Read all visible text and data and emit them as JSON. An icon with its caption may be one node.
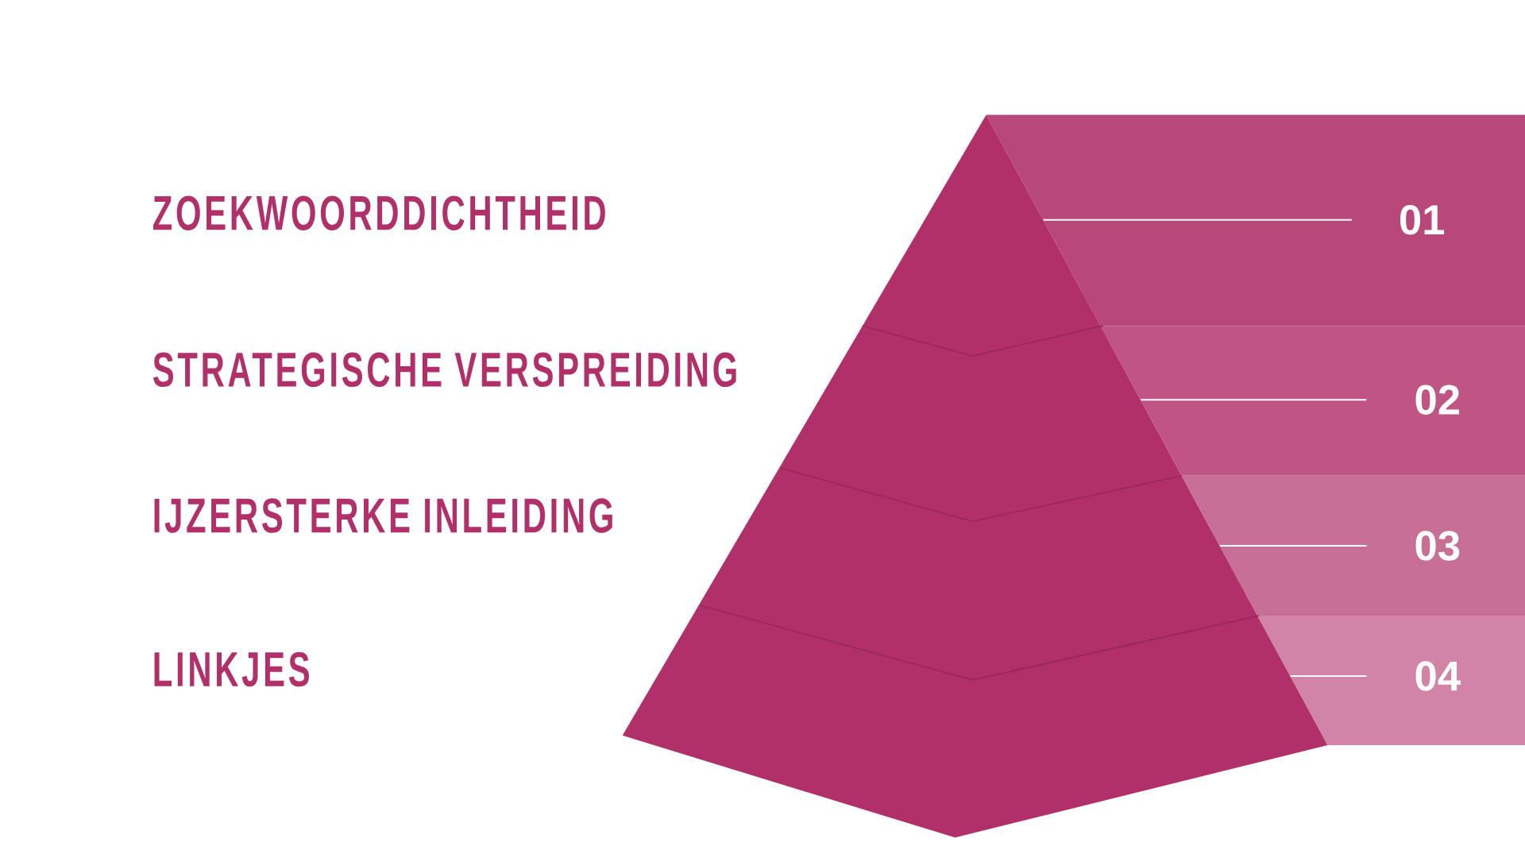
{
  "diagram": {
    "nodes": [
      {
        "text": [
          "01"
        ]
      },
      {
        "text": [
          "02"
        ]
      },
      {
        "text": [
          "03"
        ]
      },
      {
        "text": [
          "04"
        ]
      }
    ],
    "labels": [
      "ZOEKWOORDDICHTHEID",
      "STRATEGISCHE VERSPREIDING",
      "IJZERSTERKE INLEIDING",
      "LINKJES"
    ]
  }
}
